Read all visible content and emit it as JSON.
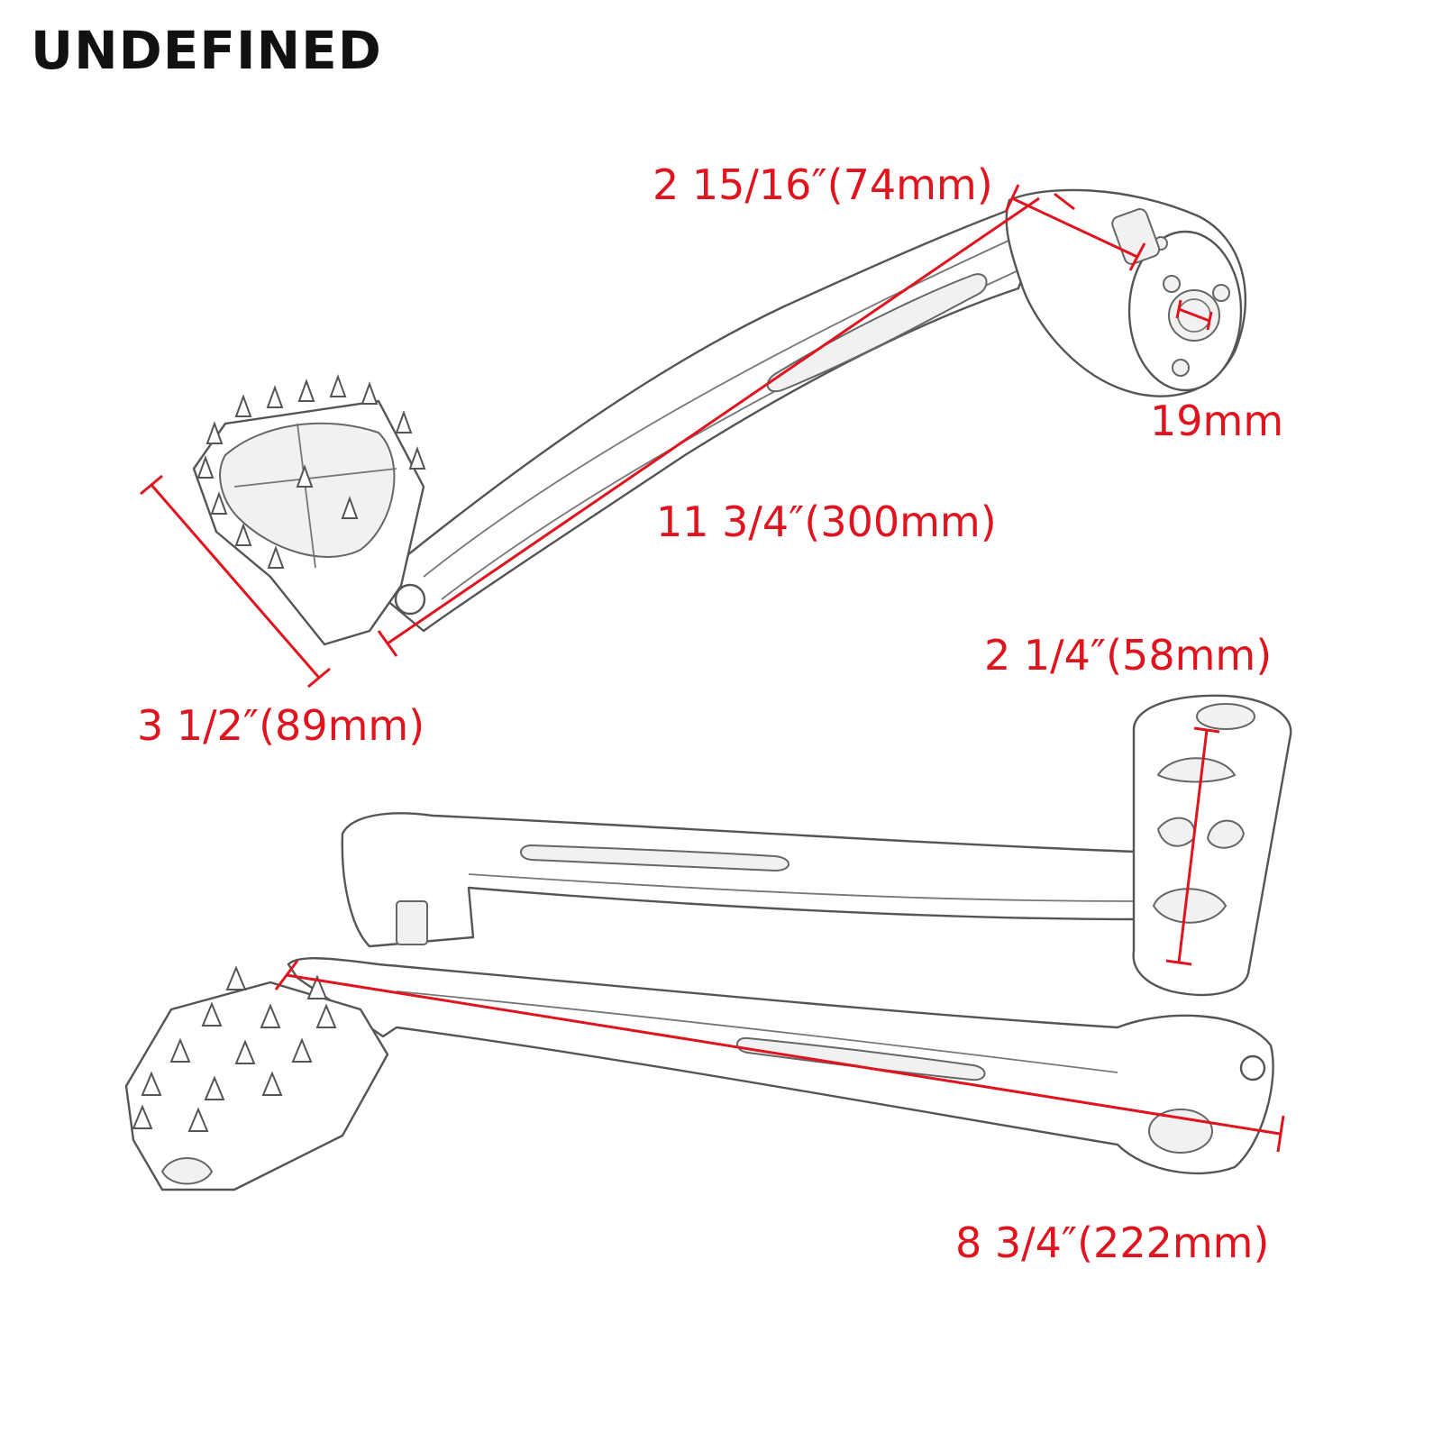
{
  "brand": {
    "name": "UNDEFINED"
  },
  "colors": {
    "dimension": "#e0141e",
    "brand": "#111111",
    "outline": "#555555"
  },
  "dimensions": {
    "top_pivot_width": "2 15/16″(74mm)",
    "shaft_bore": "19mm",
    "top_lever_length": "11 3/4″(300mm)",
    "peg_width": "3 1/2″(89mm)",
    "bottom_pivot_height": "2 1/4″(58mm)",
    "bottom_lever_length": "8 3/4″(222mm)"
  }
}
